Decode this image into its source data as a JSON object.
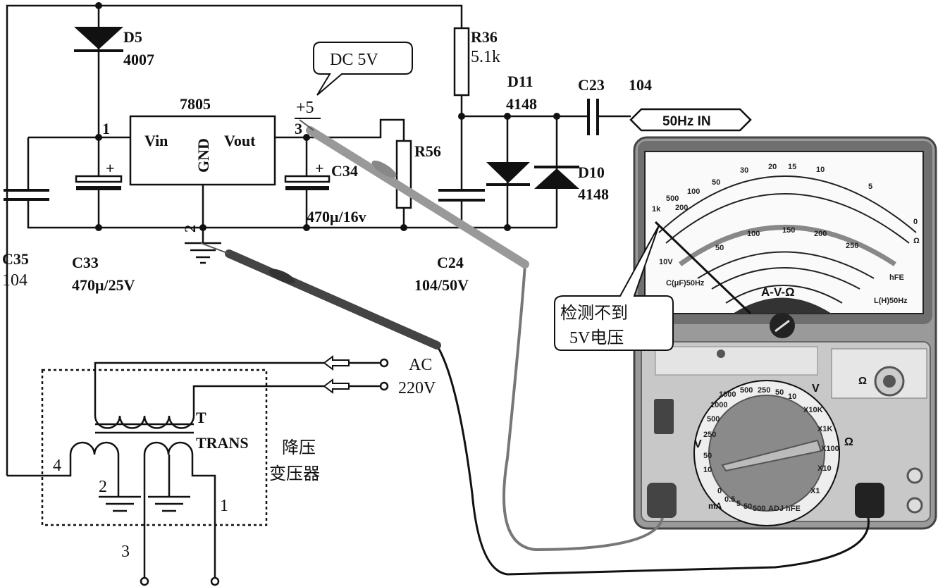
{
  "circuit": {
    "d5": {
      "name": "D5",
      "value": "4007"
    },
    "regulator": {
      "name": "7805",
      "vin": "Vin",
      "gnd": "GND",
      "vout": "Vout",
      "pin1": "1",
      "pin2": "2",
      "pin3": "3"
    },
    "callout_dc": "DC 5V",
    "plus5": "+5",
    "r36": {
      "name": "R36",
      "value": "5.1k"
    },
    "d11": {
      "name": "D11",
      "value": "4148"
    },
    "c23": {
      "name": "C23",
      "value": "104"
    },
    "input_label": "50Hz IN",
    "r56": {
      "name": "R56"
    },
    "c34": {
      "name": "C34",
      "value": "470μ/16v"
    },
    "d10": {
      "name": "D10",
      "value": "4148"
    },
    "c35": {
      "name": "C35",
      "value": "104"
    },
    "c33": {
      "name": "C33",
      "value": "470μ/25V"
    },
    "c24": {
      "name": "C24",
      "value": "104/50V"
    }
  },
  "transformer": {
    "ac": "AC",
    "voltage": "220V",
    "t": "T",
    "trans": "TRANS",
    "caption_line1": "降压",
    "caption_line2": "变压器",
    "pin4": "4",
    "pin2": "2",
    "pin1": "1",
    "pin3": "3"
  },
  "multimeter": {
    "callout_line1": "检测不到",
    "callout_line2": "5V电压",
    "ohm_scale": [
      "1k",
      "500",
      "200",
      "100",
      "50",
      "30",
      "20",
      "15",
      "10",
      "5",
      "0"
    ],
    "dc_scale": [
      "50",
      "100",
      "150",
      "200",
      "250"
    ],
    "face_title": "A-V-Ω",
    "labels": {
      "v10": "10V",
      "cap": "C(μF)50Hz",
      "ind": "L(H)50Hz",
      "hfe": "hFE",
      "ohm": "Ω"
    },
    "dial_labels": {
      "v_dc": "V",
      "v_ac": "V",
      "ohm": "Ω",
      "ma": "mA"
    },
    "dial_ranges": [
      "1000",
      "500",
      "250",
      "50",
      "10",
      "X10K",
      "X1K",
      "X100",
      "X10",
      "X1",
      "ADJ hFE",
      "500",
      "50",
      "5",
      "0.5",
      "0",
      "10",
      "50",
      "250",
      "500",
      "1000"
    ],
    "adjust_label": "Ω"
  }
}
